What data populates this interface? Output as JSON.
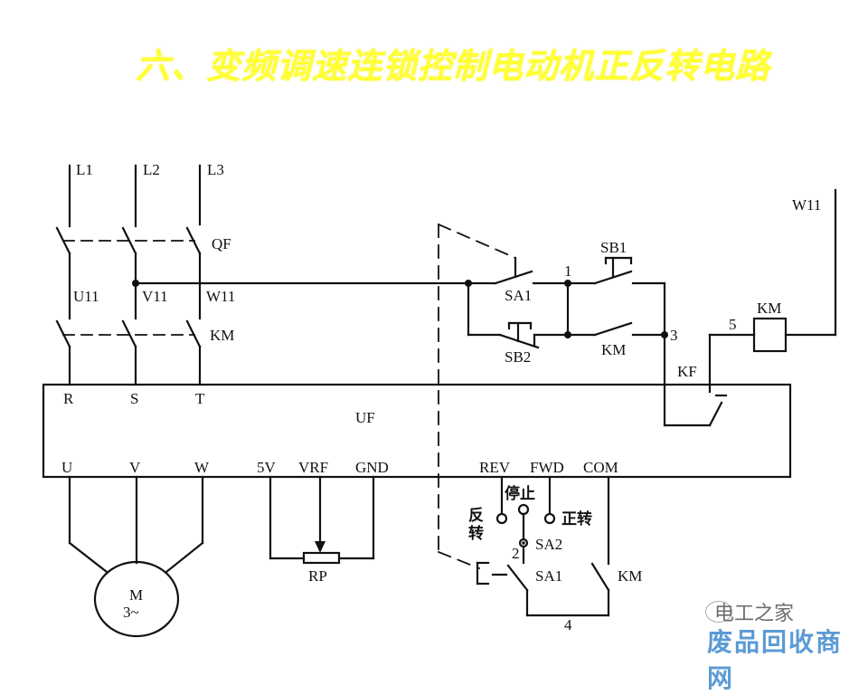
{
  "title": "六、变频调速连锁控制电动机正反转电路",
  "supply": {
    "l1": "L1",
    "l2": "L2",
    "l3": "L3"
  },
  "breaker": {
    "label": "QF"
  },
  "nodes": {
    "u11": "U11",
    "v11": "V11",
    "w11": "W11",
    "w11_right": "W11",
    "n1": "1",
    "n2": "2",
    "n3": "3",
    "n4": "4",
    "n5": "5"
  },
  "contactor_main": {
    "label": "KM"
  },
  "inverter": {
    "label": "UF",
    "inputs": [
      "R",
      "S",
      "T"
    ],
    "outputs": [
      "U",
      "V",
      "W"
    ],
    "analog": [
      "5V",
      "VRF",
      "GND"
    ],
    "control": [
      "REV",
      "FWD",
      "COM"
    ]
  },
  "motor": {
    "label": "M",
    "sublabel": "3~"
  },
  "potentiometer": {
    "label": "RP"
  },
  "control_circuit": {
    "sa1": "SA1",
    "sb1": "SB1",
    "sb2": "SB2",
    "km_aux": "KM",
    "kf": "KF",
    "km_coil": "KM"
  },
  "selector": {
    "label": "SA2",
    "reverse": "反转",
    "reverse_line1": "反",
    "reverse_line2": "转",
    "stop": "停止",
    "forward": "正转"
  },
  "lower": {
    "sa1": "SA1",
    "km": "KM"
  },
  "watermark": {
    "line1": "电工之家",
    "line2": "废品回收商网"
  },
  "colors": {
    "title": "#ffff33",
    "line": "#111111",
    "watermark_blue": "#5b9bd5"
  }
}
